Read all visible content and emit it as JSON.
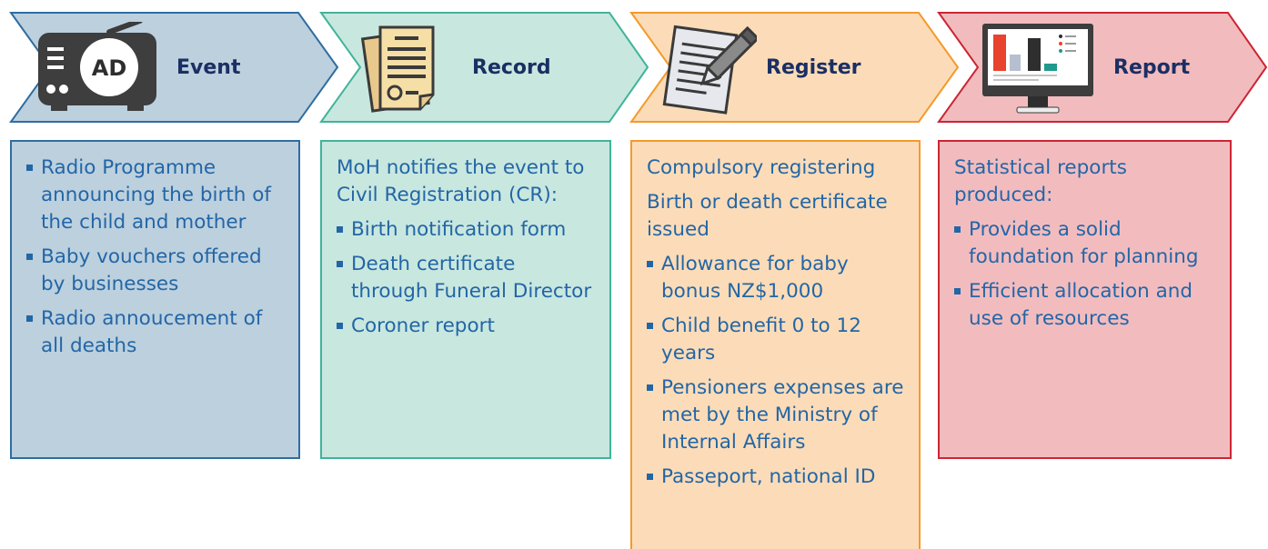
{
  "steps": [
    {
      "label": "Event",
      "icon": "radio-icon",
      "icon_text": "AD",
      "fill": "#bcd0de",
      "stroke": "#2f6da0",
      "intro": [],
      "bullets": [
        "Radio Programme announcing the birth of the child and mother",
        "Baby vouchers offered by businesses",
        "Radio annoucement of all deaths"
      ]
    },
    {
      "label": "Record",
      "icon": "documents-icon",
      "fill": "#c8e7df",
      "stroke": "#40b49a",
      "intro": [
        "MoH notifies the event to Civil Registration (CR):"
      ],
      "bullets": [
        "Birth notification form",
        "Death certificate through Funeral Director",
        "Coroner report"
      ]
    },
    {
      "label": "Register",
      "icon": "notepad-pencil-icon",
      "fill": "#fcdcb8",
      "stroke": "#f39a2c",
      "intro": [
        "Compulsory registering",
        "Birth or death certificate issued"
      ],
      "bullets": [
        "Allowance for baby bonus NZ$1,000",
        "Child benefit 0 to 12 years",
        "Pensioners expenses are met by the Ministry of Internal Affairs",
        "Passeport, national ID"
      ]
    },
    {
      "label": "Report",
      "icon": "monitor-chart-icon",
      "fill": "#f2bcbf",
      "stroke": "#cc2533",
      "intro": [
        "Statistical reports produced:"
      ],
      "bullets": [
        "Provides a solid foundation for planning",
        "Efficient allocation and use of resources"
      ]
    }
  ],
  "text_color": "#2366a6",
  "label_color": "#1b2f63"
}
